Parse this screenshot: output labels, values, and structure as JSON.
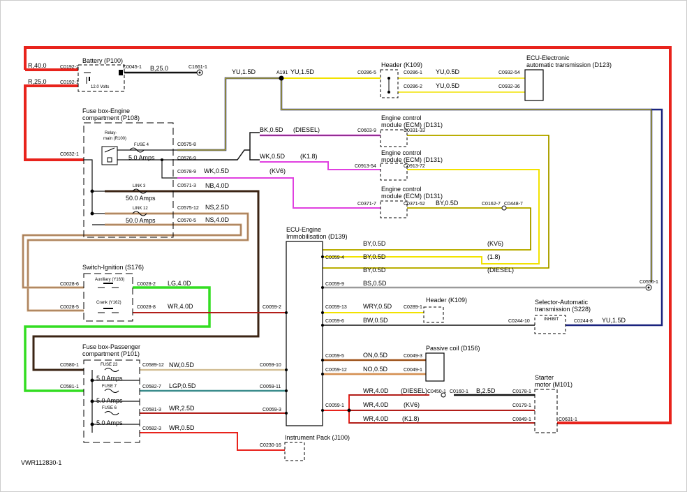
{
  "diagram_id": "VWR112830-1",
  "components": {
    "battery": {
      "title": "Battery (P100)",
      "volts": "12.0 Volts"
    },
    "fusebox_engine": {
      "title1": "Fuse box-Engine",
      "title2": "compartment (P108)"
    },
    "relay": {
      "title1": "Relay-",
      "title2": "main (R100)"
    },
    "fuse4": {
      "name": "FUSE 4",
      "rating": "5.0 Amps"
    },
    "link3": {
      "name": "LINK 3",
      "rating": "50.0 Amps"
    },
    "link12": {
      "name": "LINK 12",
      "rating": "50.0 Amps"
    },
    "switch_ignition": {
      "title": "Switch-Ignition (S176)",
      "aux": "Auxiliary (Y163)",
      "crank": "Crank (Y162)"
    },
    "fusebox_passenger": {
      "title1": "Fuse box-Passenger",
      "title2": "compartment (P101)"
    },
    "fuse23": {
      "name": "FUSE 23",
      "rating": "5.0 Amps"
    },
    "fuse7": {
      "name": "FUSE 7",
      "rating": "5.0 Amps"
    },
    "fuse6": {
      "name": "FUSE 6",
      "rating": "5.0 Amps"
    },
    "header_top": {
      "title": "Header (K109)"
    },
    "ecu_trans": {
      "title1": "ECU-Electronic",
      "title2": "automatic transmission (D123)"
    },
    "ecm1": {
      "title1": "Engine control",
      "title2": "module (ECM) (D131)"
    },
    "ecm2": {
      "title1": "Engine control",
      "title2": "module (ECM) (D131)"
    },
    "ecm3": {
      "title1": "Engine control",
      "title2": "module (ECM) (D131)"
    },
    "immob": {
      "title1": "ECU-Engine",
      "title2": "Immobilisation (D139)"
    },
    "header_mid": {
      "title": "Header (K109)"
    },
    "selector": {
      "title1": "Selector-Automatic",
      "title2": "transmission (S228)",
      "inhibit": "INHIBIT"
    },
    "coil": {
      "title": "Passive coil (D156)"
    },
    "starter": {
      "title1": "Starter",
      "title2": "motor (M101)"
    },
    "instrument": {
      "title": "Instrument Pack (J100)"
    }
  },
  "wires": {
    "r40": "R,40.0",
    "r25": "R,25.0",
    "b25": "B,25.0",
    "yu15a": "YU,1.5D",
    "yu15b": "YU,1.5D",
    "yu05a": "YU,0.5D",
    "yu05b": "YU,0.5D",
    "bk05": "BK,0.5D",
    "wk05a": "WK,0.5D",
    "wk05b": "WK,0.5D",
    "ns25": "NS,2.5D",
    "ns40": "NS,4.0D",
    "nb40": "NB,4.0D",
    "lg40": "LG,4.0D",
    "wr40sw": "WR,4.0D",
    "by05ecm": "BY,0.5D",
    "by05a": "BY,0.5D",
    "by05b": "BY,0.5D",
    "by05c": "BY,0.5D",
    "bs05": "BS,0.5D",
    "wry05": "WRY,0.5D",
    "bw05": "BW,0.5D",
    "yu15sel": "YU,1.5D",
    "on05": "ON,0.5D",
    "no05": "NO,0.5D",
    "nw05": "NW,0.5D",
    "lgp05": "LGP,0.5D",
    "wr25": "WR,2.5D",
    "wr05": "WR,0.5D",
    "wr40a": "WR,4.0D",
    "wr40b": "WR,4.0D",
    "wr40c": "WR,4.0D",
    "b25st": "B,2.5D"
  },
  "variants": {
    "diesel1": "(DIESEL)",
    "k18a": "(K1.8)",
    "kv6a": "(KV6)",
    "kv6b": "(KV6)",
    "k18b": "(1.8)",
    "diesel2": "(DIESEL)",
    "diesel3": "(DIESEL)",
    "kv6c": "(KV6)",
    "k18c": "(K1.8)"
  },
  "connectors": {
    "c0192_2": "C0192-2",
    "c0192_1": "C0192-1",
    "c0045_1": "C0045-1",
    "c1661_1": "C1661-1",
    "a191": "A191",
    "c0286_5": "C0286-5",
    "c0286_1": "C0286-1",
    "c0286_2": "C0286-2",
    "c0932_54": "C0932-54",
    "c0932_36": "C0932-36",
    "c0632_1": "C0632-1",
    "c0575_8": "C0575-8",
    "c0576_9": "C0576-9",
    "c0578_9": "C0578-9",
    "c0571_3": "C0571-3",
    "c0575_12": "C0575-12",
    "c0570_5": "C0570-5",
    "c0603_9": "C0603-9",
    "c0331_33": "C0331-33",
    "c0913_54": "C0913-54",
    "c0913_72": "C0913-72",
    "c0371_7": "C0371-7",
    "c0371_52": "C0371-52",
    "c0162_7": "C0162-7",
    "c0448_7": "C0448-7",
    "c0028_6": "C0028-6",
    "c0028_2": "C0028-2",
    "c0028_5": "C0028-5",
    "c0028_8": "C0028-8",
    "c0059_2": "C0059-2",
    "c0059_4": "C0059-4",
    "c0059_9": "C0059-9",
    "c0550_1": "C0550-1",
    "c0059_13": "C0059-13",
    "c0289_1": "C0289-1",
    "c0059_6": "C0059-6",
    "c0244_10": "C0244-10",
    "c0244_8": "C0244-8",
    "c0059_5": "C0059-5",
    "c0049_3": "C0049-3",
    "c0059_12": "C0059-12",
    "c0049_1": "C0049-1",
    "c0580_1": "C0580-1",
    "c0589_12": "C0589-12",
    "c0059_10": "C0059-10",
    "c0581_1": "C0581-1",
    "c0582_7": "C0582-7",
    "c0059_11": "C0059-11",
    "c0581_3": "C0581-3",
    "c0059_3": "C0059-3",
    "c0582_3": "C0582-3",
    "c0059_1": "C0059-1",
    "c0450_1": "C0450-1",
    "c0160_1": "C0160-1",
    "c0178_1": "C0178-1",
    "c0179_1": "C0179-1",
    "c0849_1": "C0849-1",
    "c0631_1": "C0631-1",
    "c0230_16": "C0230-16"
  },
  "colors": {
    "red": "#e8231c",
    "black": "#111111",
    "navy": "#1a237e",
    "yellow": "#f2e200",
    "magenta": "#e040e0",
    "green": "#33dd22",
    "brown": "#8b5e3c",
    "tan": "#c8a27a",
    "darkbrown": "#3b2414",
    "gray": "#9a9a9a",
    "teal": "#3a8c8c",
    "orange": "#c8641a",
    "cream": "#e8dcb0"
  }
}
